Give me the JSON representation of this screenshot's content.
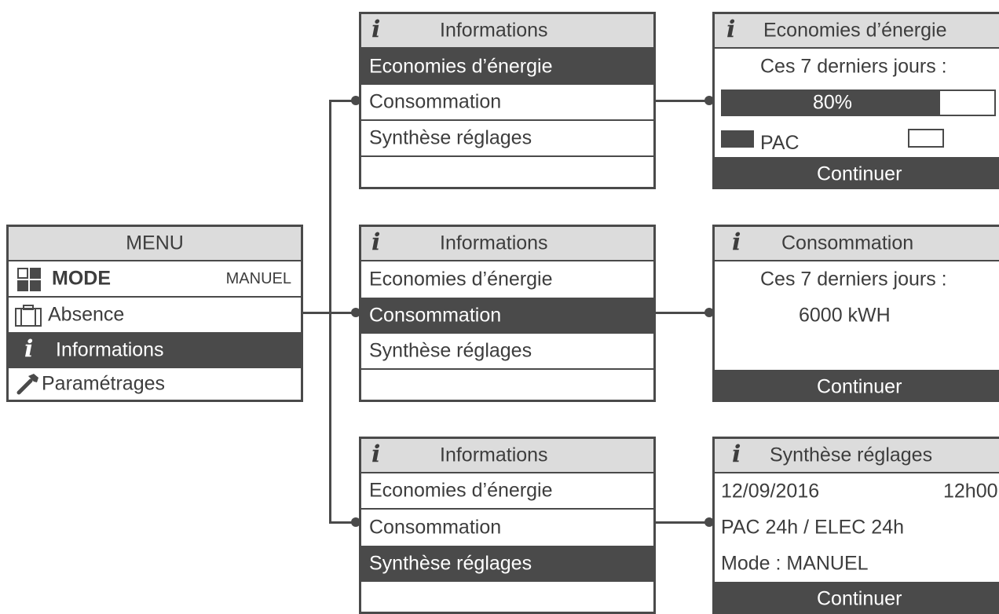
{
  "menu": {
    "title": "MENU",
    "mode_label": "MODE",
    "mode_value": "MANUEL",
    "absence": "Absence",
    "informations": "Informations",
    "parametrages": "Paramétrages"
  },
  "info_menu": {
    "title": "Informations",
    "items": [
      "Economies d’énergie",
      "Consommation",
      "Synthèse réglages"
    ]
  },
  "energy_screen": {
    "title": "Economies d’énergie",
    "period": "Ces 7 derniers jours :",
    "percent_label": "80%",
    "percent_value": 0.8,
    "pac_label": "PAC",
    "button": "Continuer"
  },
  "consumption_screen": {
    "title": "Consommation",
    "period": "Ces 7 derniers jours :",
    "value": "6000 kWH",
    "button": "Continuer"
  },
  "settings_screen": {
    "title": "Synthèse réglages",
    "date": "12/09/2016",
    "time": "12h00",
    "schedule": "PAC 24h / ELEC 24h",
    "mode": "Mode : MANUEL",
    "button": "Continuer"
  },
  "colors": {
    "dark": "#4a4a4a",
    "header": "#dcdcdc",
    "text": "#3d3d3d"
  },
  "icons": [
    "mode-grid-icon",
    "suitcase-icon",
    "info-icon",
    "wrench-icon"
  ]
}
